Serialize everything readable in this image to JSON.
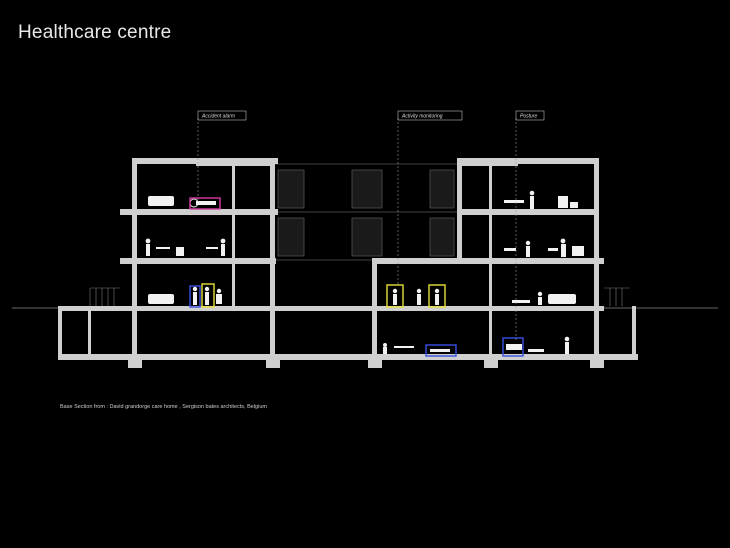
{
  "page": {
    "title": "Healthcare centre",
    "caption": "Base Section from :  David grandorge care home , Sergison bates architects, Belgium"
  },
  "labels": {
    "accident_alarm": "Accident alarm",
    "activity_monitoring": "Activity monitoring",
    "posture": "Posture"
  },
  "colors": {
    "background": "#000000",
    "structure": "#cfcfcf",
    "accident_highlight": "#d63aa5",
    "monitoring_highlight": "#e6e03a",
    "posture_highlight": "#3a4fe0"
  }
}
